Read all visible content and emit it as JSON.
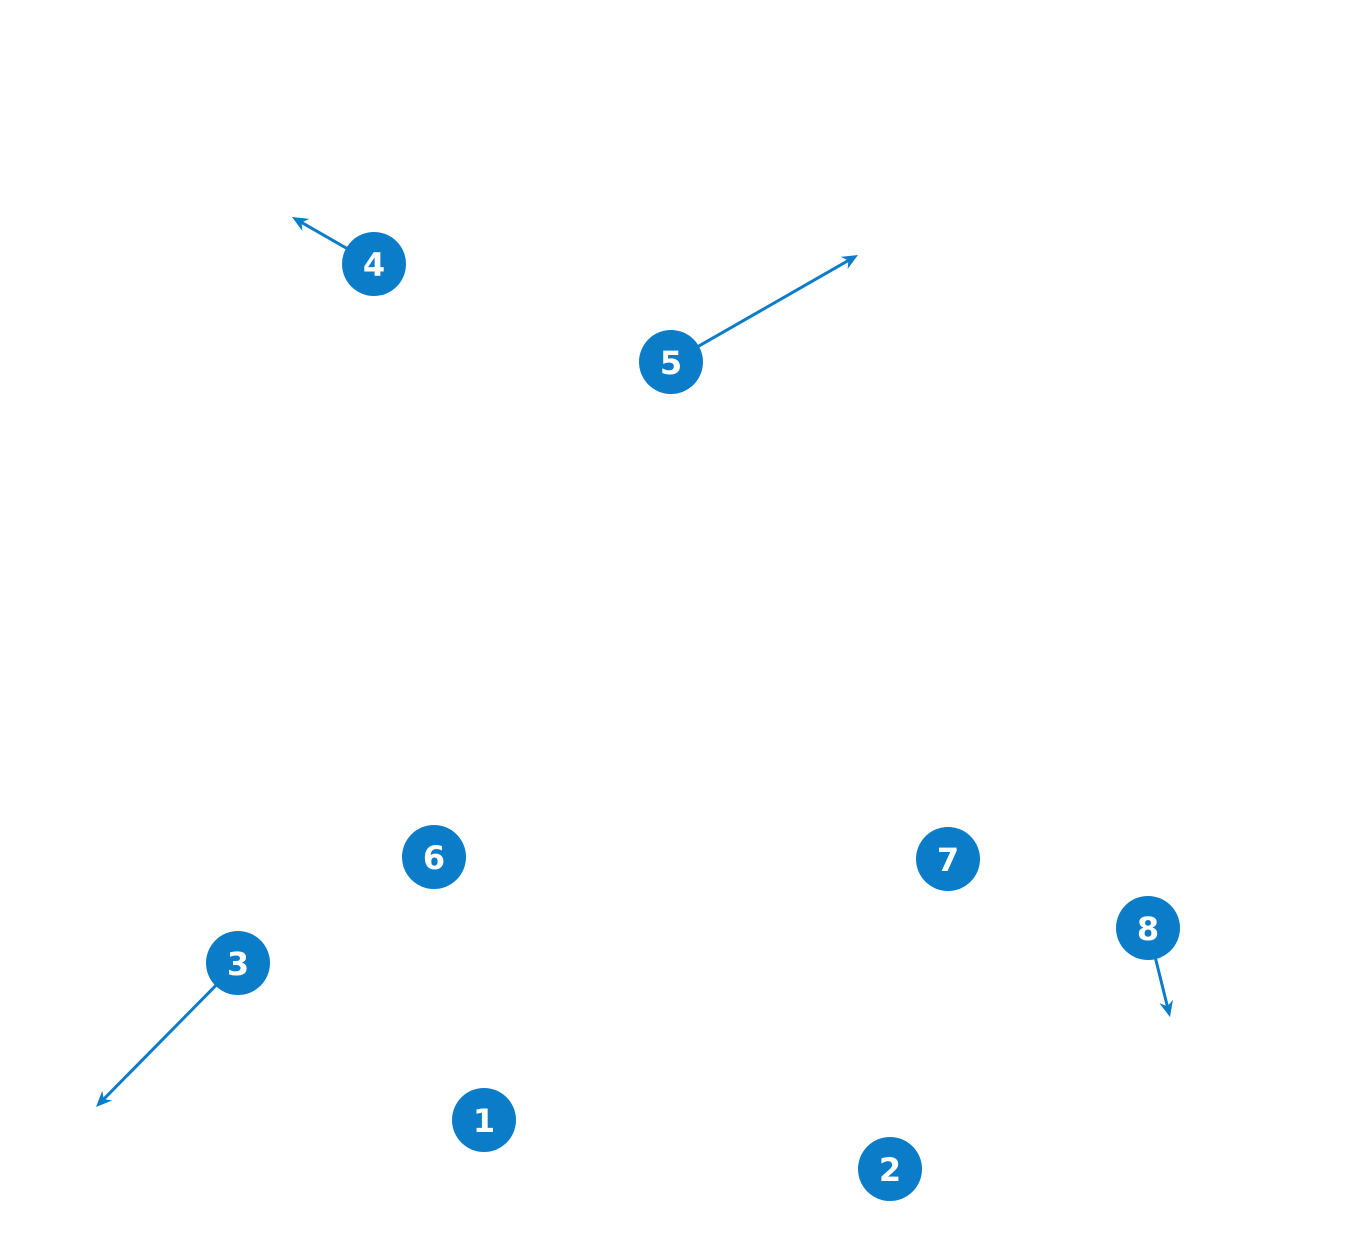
{
  "colors": {
    "accent": "#0a7cc8",
    "background": "#ffffff"
  },
  "callouts": [
    {
      "label": "1",
      "arrow": false
    },
    {
      "label": "2",
      "arrow": false
    },
    {
      "label": "3",
      "arrow": true
    },
    {
      "label": "4",
      "arrow": true
    },
    {
      "label": "5",
      "arrow": true
    },
    {
      "label": "6",
      "arrow": false
    },
    {
      "label": "7",
      "arrow": false
    },
    {
      "label": "8",
      "arrow": true
    }
  ]
}
